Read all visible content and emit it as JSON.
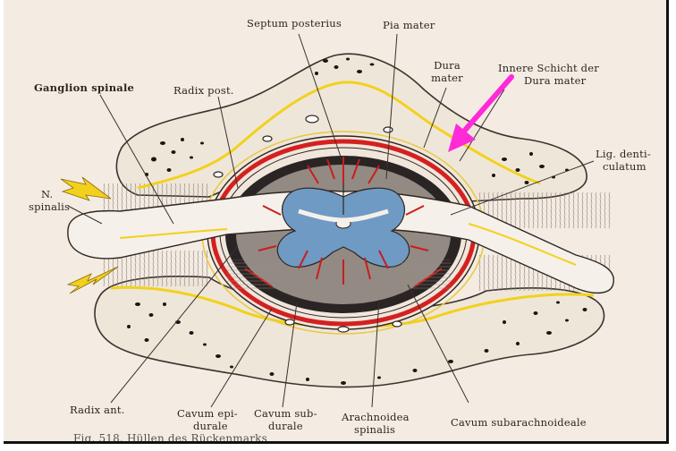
{
  "figure": {
    "caption": "Fig. 518. Hüllen des Rückenmarks",
    "colors": {
      "paper": "#f4ece2",
      "dura": "#d42020",
      "white_matter": "#f6f0ea",
      "grey_matter": "#6f9ac4",
      "pia_vessels": "#c81e1e",
      "highlight_yellow": "#f2d11c",
      "pointer_magenta": "#ff2ad8",
      "bone_spots": "#1a1614"
    },
    "labels": {
      "septum_posterius": "Septum posterius",
      "pia_mater": "Pia mater",
      "dura_mater_1": "Dura",
      "dura_mater_2": "mater",
      "innere_schicht_1": "Innere Schicht der",
      "innere_schicht_2": "Dura mater",
      "ganglion_spinale": "Ganglion spinale",
      "radix_post": "Radix post.",
      "lig_denticulatum_1": "Lig. denti-",
      "lig_denticulatum_2": "culatum",
      "n_spinalis_1": "N.",
      "n_spinalis_2": "spinalis",
      "radix_ant": "Radix ant.",
      "cavum_epidurale_1": "Cavum epi-",
      "cavum_epidurale_2": "durale",
      "cavum_subdurale_1": "Cavum sub-",
      "cavum_subdurale_2": "durale",
      "arachnoidea_1": "Arachnoidea",
      "arachnoidea_2": "spinalis",
      "cavum_subarachnoideale": "Cavum subarachnoideale"
    },
    "annotations": {
      "magenta_arrow": "pointer-arrow",
      "yellow_arrows": "lightning-arrow"
    }
  }
}
